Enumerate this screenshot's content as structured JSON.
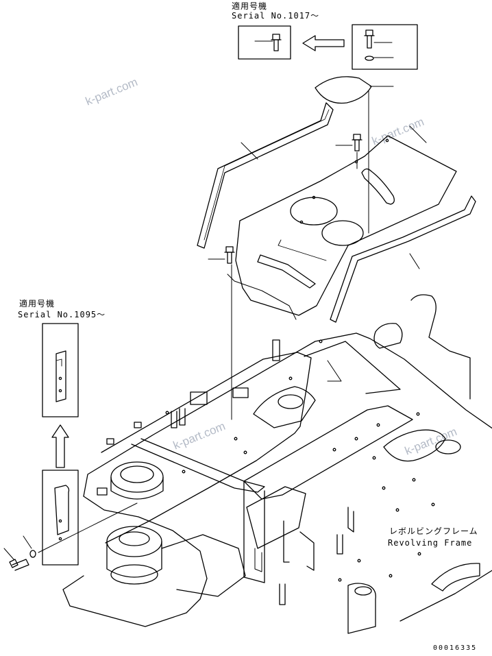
{
  "serial_top": {
    "applicable": "適用号機",
    "serial": "Serial No.1017〜"
  },
  "serial_left": {
    "applicable": "適用号機",
    "serial": "Serial No.1095〜"
  },
  "frame_label": {
    "jp": "レボルビングフレーム",
    "en": "Revolving Frame"
  },
  "watermarks": [
    "k-part.com",
    "k-part.com",
    "k-part.com",
    "k-part.com"
  ],
  "drawing_code": "00016335"
}
